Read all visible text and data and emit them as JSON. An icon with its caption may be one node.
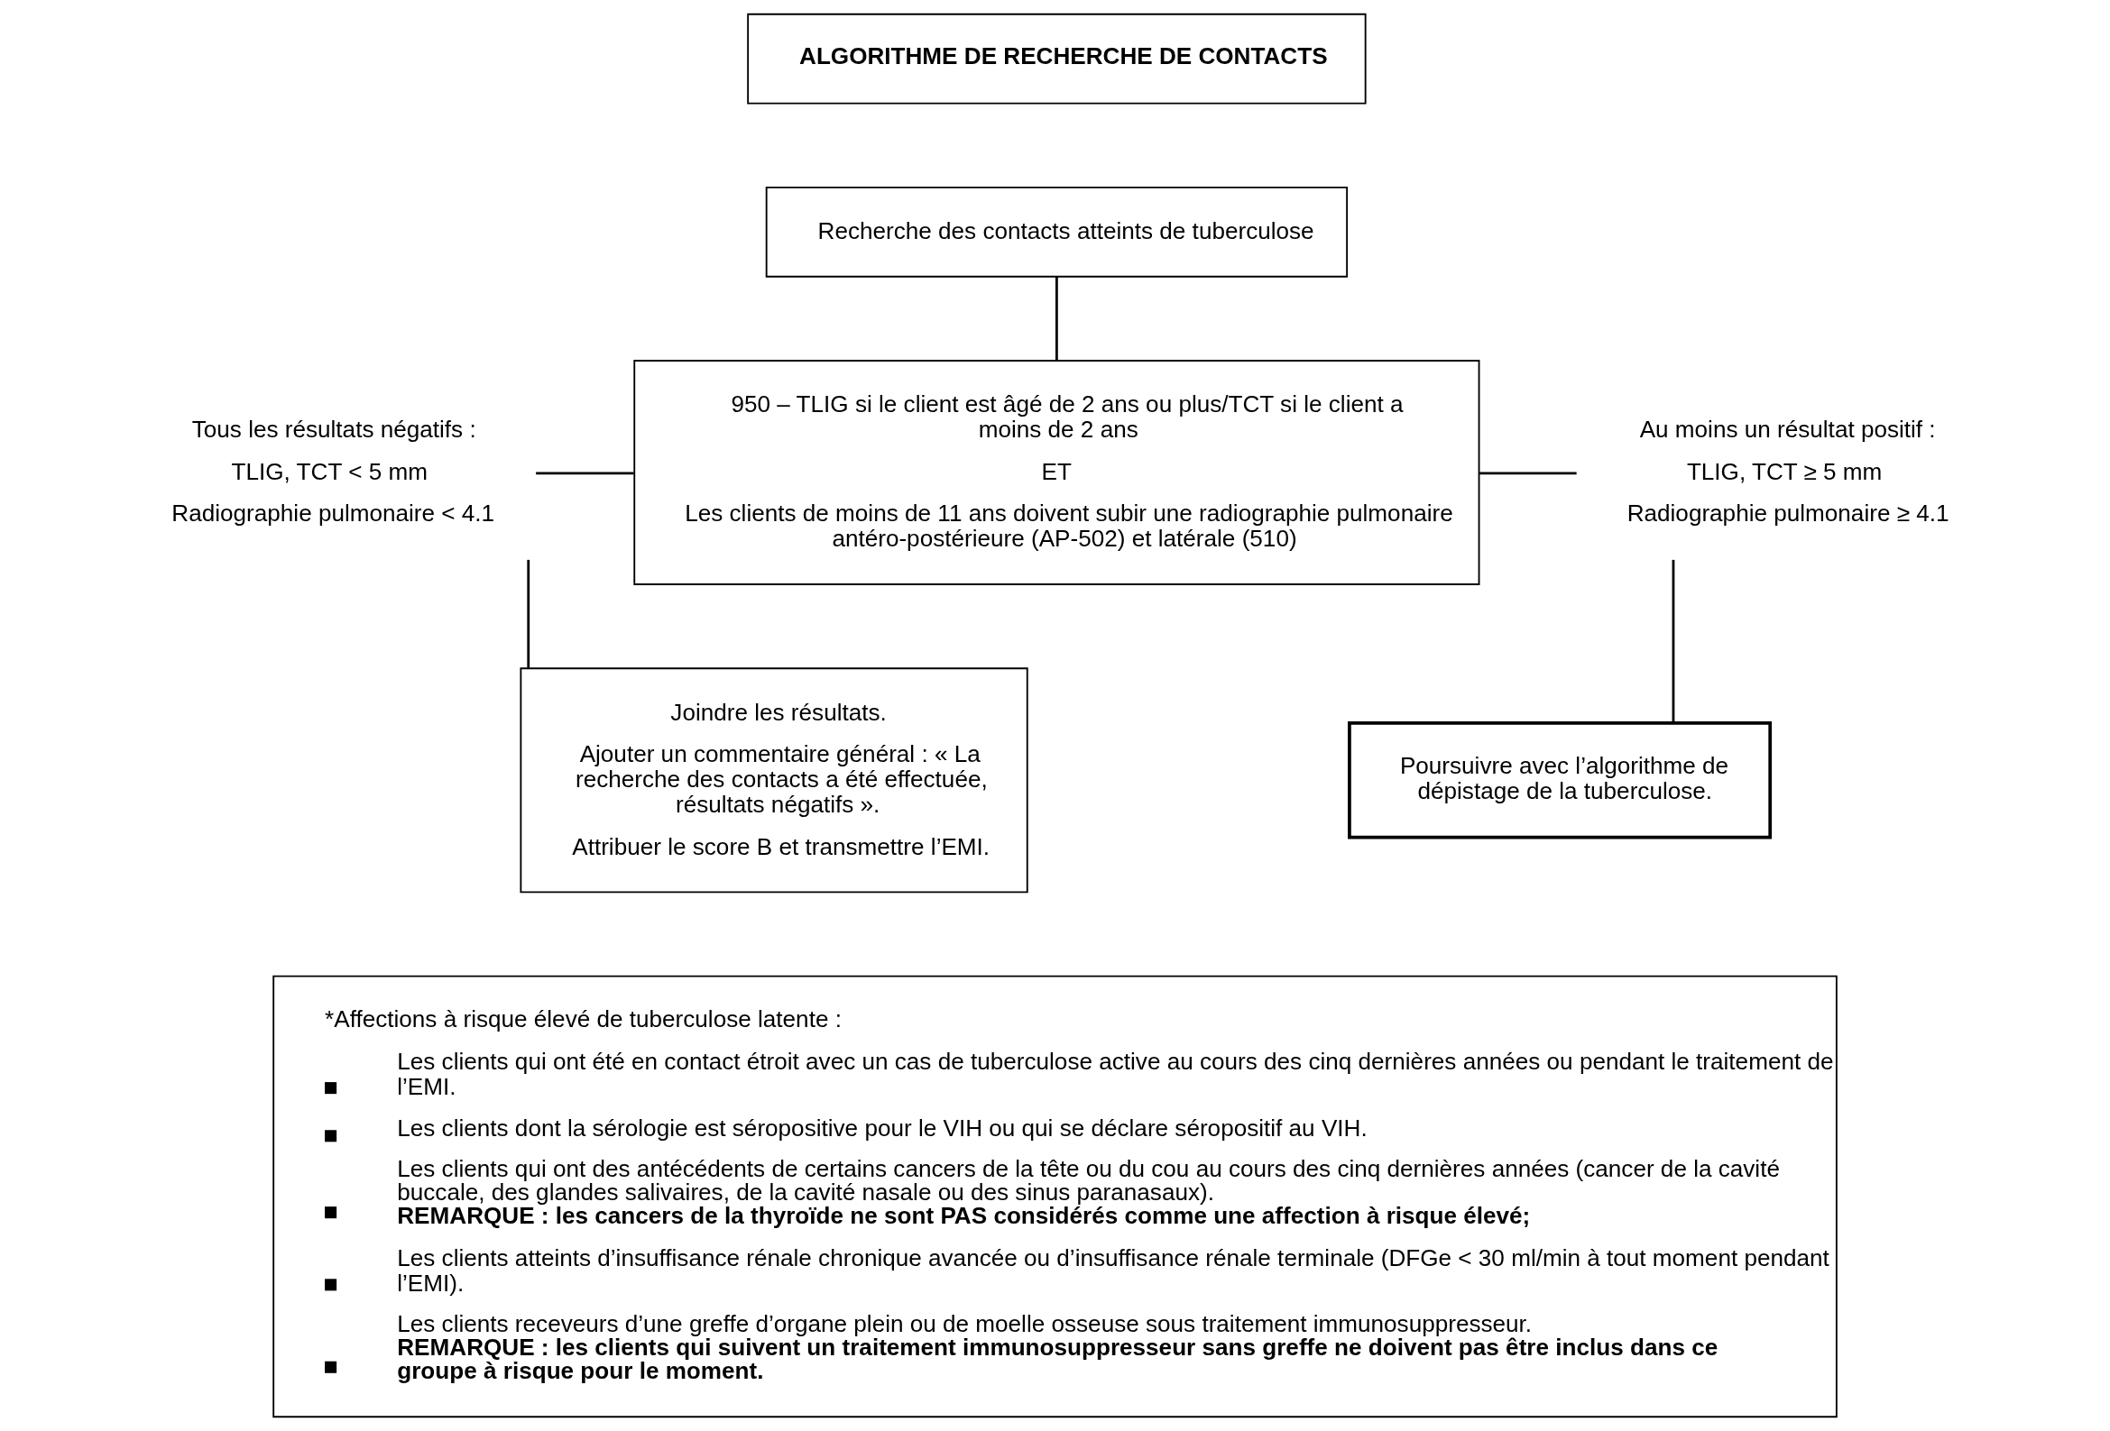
{
  "diagram": {
    "nodes": [
      {
        "text": [
          "ALGORITHME DE RECHERCHE DE CONTACTS"
        ]
      },
      {
        "text": [
          "Recherche des contacts atteints de tuberculose"
        ]
      },
      {
        "text": [
          "950 – TLIG si le client est âgé de 2 ans ou plus/TCT si le client a moins de 2 ans",
          "ET",
          "Les clients de moins de 11 ans doivent subir une radiographie pulmonaire antéro-postérieure (AP-502) et latérale (510)"
        ]
      },
      {
        "text": [
          "Tous les résultats négatifs :",
          "TLIG, TCT < 5 mm",
          "Radiographie pulmonaire < 4.1"
        ]
      },
      {
        "text": [
          "Au moins un résultat positif :",
          "TLIG, TCT ≥ 5 mm",
          "Radiographie pulmonaire ≥ 4.1"
        ]
      },
      {
        "text": [
          "Joindre les résultats.",
          "Ajouter un commentaire général : « La recherche des contacts a été effectuée, résultats négatifs ».",
          "Attribuer le score B et transmettre l’EMI."
        ]
      },
      {
        "text": [
          "Poursuivre avec l’algorithme de dépistage de la tuberculose."
        ]
      },
      {
        "text": [
          "*Affections à risque élevé de tuberculose latente :",
          "Les clients qui ont été en contact étroit avec un cas de tuberculose active au cours des cinq dernières années ou pendant le traitement de l’EMI.",
          "Les clients dont la sérologie est séropositive pour le VIH ou qui se déclare séropositif au VIH.",
          "Les clients qui ont des antécédents de certains cancers de la tête ou du cou au cours des cinq dernières années (cancer de la cavité buccale, des glandes salivaires, de la cavité nasale ou des sinus paranasaux). **REMARQUE : les cancers de la thyroïde ne sont PAS considérés comme une affection à risque élevé;**",
          "Les clients atteints d’insuffisance rénale chronique avancée ou d’insuffisance rénale terminale (DFGe < 30 ml/min à tout moment pendant l’EMI).",
          "Les clients receveurs d’une greffe d’organe plein ou de moelle osseuse sous traitement immunosuppresseur. **REMARQUE : les clients qui suivent un traitement immunosuppresseur sans greffe ne doivent pas être inclus dans ce groupe à risque pour le moment.**"
        ]
      }
    ],
    "edges": [
      {
        "from": 1,
        "to": 2,
        "arrow": "none"
      },
      {
        "from": 3,
        "to": 2,
        "arrow": "none"
      },
      {
        "from": 2,
        "to": 4,
        "arrow": "none"
      },
      {
        "from": 3,
        "to": 5,
        "arrow": "none"
      },
      {
        "from": 4,
        "to": 6,
        "arrow": "none"
      }
    ]
  }
}
